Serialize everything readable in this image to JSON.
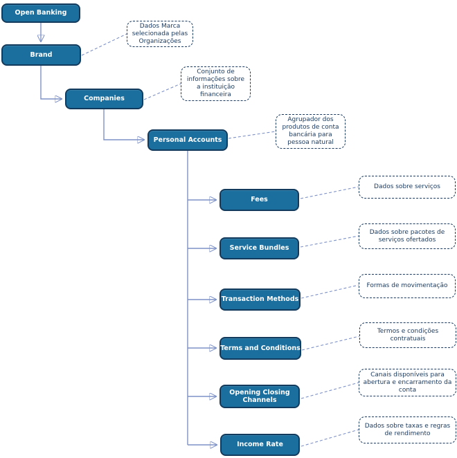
{
  "diagram": {
    "nodes": [
      {
        "id": "open-banking",
        "label": "Open Banking"
      },
      {
        "id": "brand",
        "label": "Brand"
      },
      {
        "id": "companies",
        "label": "Companies"
      },
      {
        "id": "personal-accounts",
        "label": "Personal Accounts"
      },
      {
        "id": "fees",
        "label": "Fees"
      },
      {
        "id": "service-bundles",
        "label": "Service Bundles"
      },
      {
        "id": "transaction-methods",
        "label": "Transaction Methods"
      },
      {
        "id": "terms-and-conditions",
        "label": "Terms and Conditions"
      },
      {
        "id": "opening-closing-channels",
        "label": "Opening Closing Channels"
      },
      {
        "id": "income-rate",
        "label": "Income Rate"
      }
    ],
    "annotations": [
      {
        "for": "brand",
        "text": "Dados Marca selecionada pelas Organizações"
      },
      {
        "for": "companies",
        "text": "Conjunto de informações sobre a instituição financeira"
      },
      {
        "for": "personal-accounts",
        "text": "Agrupador dos produtos de conta bancária para pessoa natural"
      },
      {
        "for": "fees",
        "text": "Dados sobre serviços"
      },
      {
        "for": "service-bundles",
        "text": "Dados sobre pacotes de serviços ofertados"
      },
      {
        "for": "transaction-methods",
        "text": "Formas de movimentação"
      },
      {
        "for": "terms-and-conditions",
        "text": "Termos e condições contratuais"
      },
      {
        "for": "opening-closing-channels",
        "text": "Canais disponíveis para abertura e encarramento da conta"
      },
      {
        "for": "income-rate",
        "text": "Dados sobre taxas e regras de rendimento"
      }
    ],
    "colors": {
      "node_fill": "#1b6f9f",
      "node_border": "#123a5c",
      "node_text": "#ffffff",
      "annotation_text": "#17375e",
      "annotation_border": "#17375e",
      "connector": "#7d91c6"
    }
  }
}
